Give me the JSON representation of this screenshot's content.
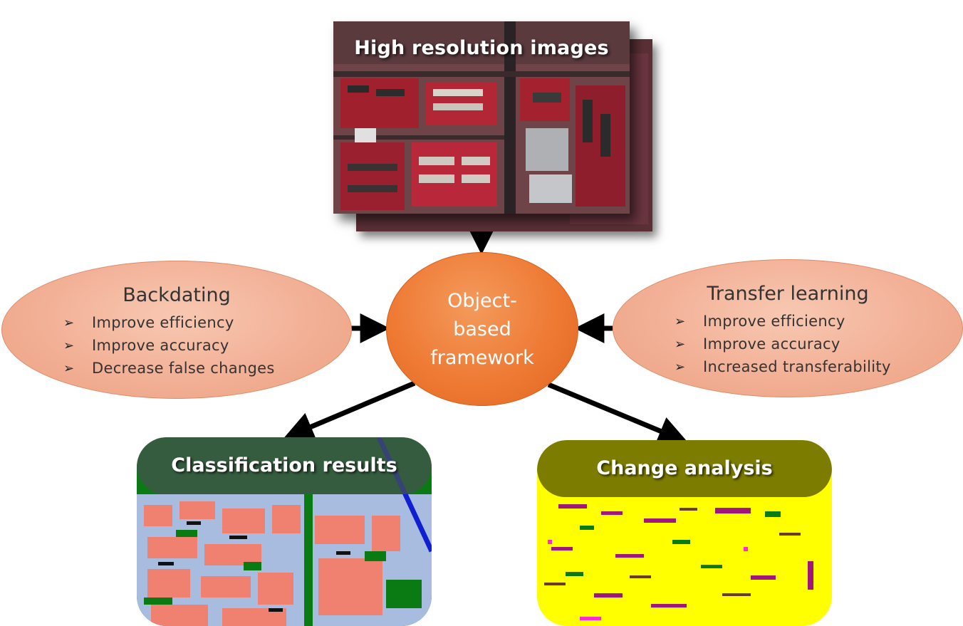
{
  "top_image": {
    "title": "High resolution images"
  },
  "backdating": {
    "title": "Backdating",
    "bullets": [
      "Improve efficiency",
      "Improve accuracy",
      "Decrease false changes"
    ]
  },
  "center": {
    "lines": [
      "Object-",
      "based",
      "framework"
    ]
  },
  "transfer": {
    "title": "Transfer learning",
    "bullets": [
      "Improve efficiency",
      "Improve accuracy",
      "Increased transferability"
    ]
  },
  "classification": {
    "title": "Classification results"
  },
  "change": {
    "title": "Change analysis"
  },
  "colors": {
    "oval_fill": "#f2b096",
    "center_fill": "#ee7a34",
    "arrow": "#000000",
    "class_building": "#f08070",
    "class_vegetation": "#0a7a12",
    "class_bare": "#a8bce0",
    "class_water": "#1020d0",
    "change_background": "#ffff00",
    "change_magenta": "#a0167a"
  }
}
